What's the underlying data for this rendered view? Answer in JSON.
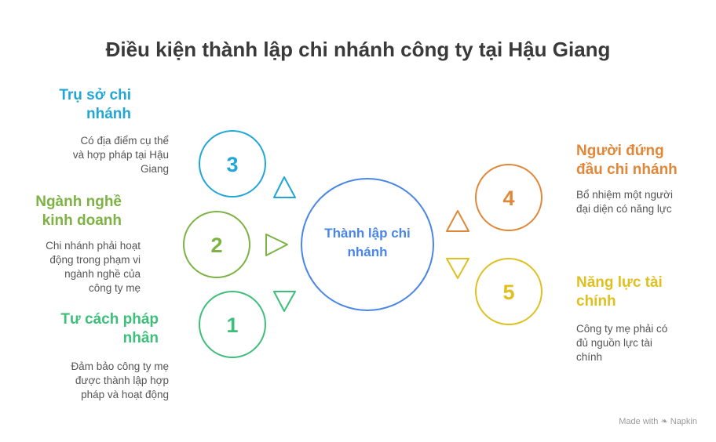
{
  "title": "Điều kiện thành lập chi nhánh công ty tại Hậu Giang",
  "center": {
    "label_line1": "Thành lập chi",
    "label_line2": "nhánh"
  },
  "items": [
    {
      "num": "3",
      "title_line1": "Trụ sở chi",
      "title_line2": "nhánh",
      "desc_lines": [
        "Có địa điểm cụ thể",
        "và hợp pháp tại Hậu",
        "Giang"
      ],
      "color": "#22a6d6"
    },
    {
      "num": "2",
      "title_line1": "Ngành nghề",
      "title_line2": "kinh doanh",
      "desc_lines": [
        "Chi nhánh phải hoạt",
        "động trong phạm vi",
        "ngành nghề của",
        "công ty mẹ"
      ],
      "color": "#7cb342"
    },
    {
      "num": "1",
      "title_line1": "Tư cách pháp",
      "title_line2": "nhân",
      "desc_lines": [
        "Đảm bảo công ty mẹ",
        "được thành lập hợp",
        "pháp và hoạt động"
      ],
      "color": "#3dbf7a"
    },
    {
      "num": "4",
      "title_line1": "Người đứng",
      "title_line2": "đầu chi nhánh",
      "desc_lines": [
        "Bổ nhiệm một người",
        "đại diện có năng lực"
      ],
      "color": "#e0883a"
    },
    {
      "num": "5",
      "title_line1": "Năng lực tài",
      "title_line2": "chính",
      "desc_lines": [
        "Công ty mẹ phải có",
        "đủ nguồn lực tài",
        "chính"
      ],
      "color": "#e0c020"
    }
  ],
  "center_color": "#4a86e8",
  "footer": {
    "made_with": "Made with",
    "brand": "Napkin"
  }
}
